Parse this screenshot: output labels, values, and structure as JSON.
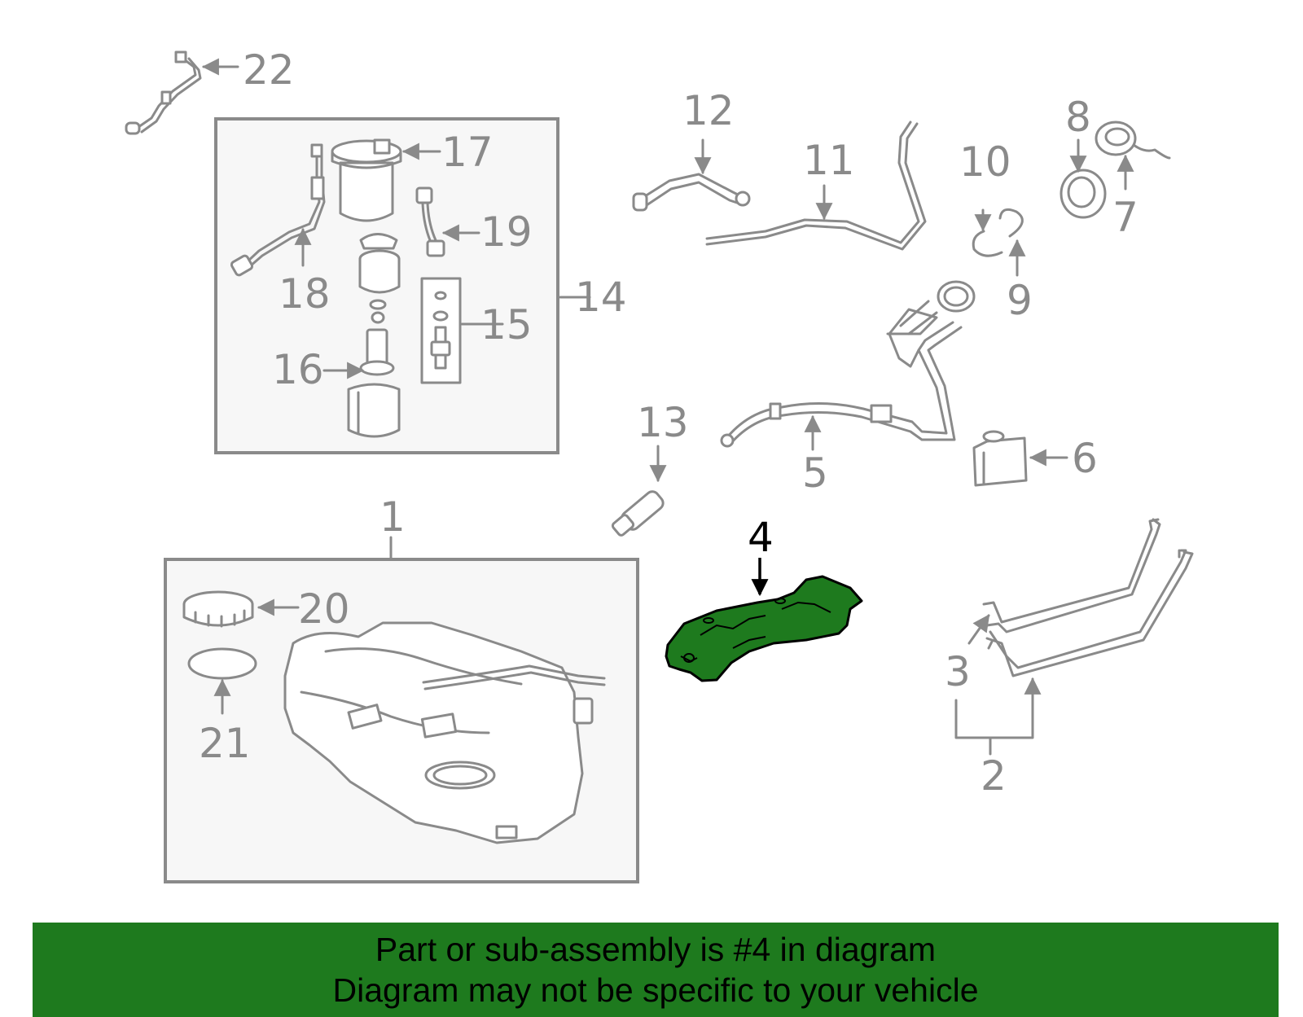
{
  "callouts": {
    "c1": "1",
    "c2": "2",
    "c3": "3",
    "c4": "4",
    "c5": "5",
    "c6": "6",
    "c7": "7",
    "c8": "8",
    "c9": "9",
    "c10": "10",
    "c11": "11",
    "c12": "12",
    "c13": "13",
    "c14": "14",
    "c15": "15",
    "c16": "16",
    "c17": "17",
    "c18": "18",
    "c19": "19",
    "c20": "20",
    "c21": "21",
    "c22": "22"
  },
  "highlight": {
    "part_number": "4",
    "color": "#1e7a1e"
  },
  "banner": {
    "line1": "Part or sub-assembly is #4 in diagram",
    "line2": "Diagram may not be specific to your vehicle",
    "background": "#1e7a1e"
  }
}
